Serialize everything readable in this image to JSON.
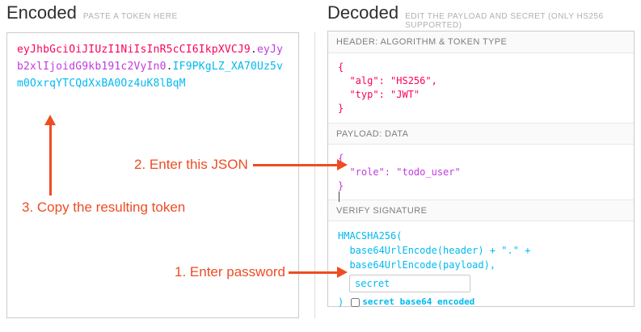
{
  "encoded": {
    "title": "Encoded",
    "subtitle": "PASTE A TOKEN HERE",
    "token": {
      "header": "eyJhbGciOiJIUzI1NiIsInR5cCI6IkpXVCJ9",
      "dot": ".",
      "payload": "eyJyb2xlIjoidG9kb191c2VyIn0",
      "signature": "IF9PKgLZ_XA70Uz5vm0OxrqYTCQdXxBA0Oz4uK8lBqM"
    }
  },
  "decoded": {
    "title": "Decoded",
    "subtitle": "EDIT THE PAYLOAD AND SECRET (ONLY HS256 SUPPORTED)",
    "header_section": {
      "label": "HEADER: ALGORITHM & TOKEN TYPE",
      "code": "{\n  \"alg\": \"HS256\",\n  \"typ\": \"JWT\"\n}"
    },
    "payload_section": {
      "label": "PAYLOAD: DATA",
      "code": "{\n  \"role\": \"todo_user\"\n}"
    },
    "signature_section": {
      "label": "VERIFY SIGNATURE",
      "line1": "HMACSHA256(",
      "line2": "  base64UrlEncode(header) + \".\" +",
      "line3": "  base64UrlEncode(payload),",
      "secret_value": "secret",
      "close_paren": ")",
      "checkbox_label": "secret base64 encoded"
    }
  },
  "annotations": {
    "step1": "1. Enter password",
    "step2": "2. Enter this JSON",
    "step3": "3. Copy the resulting token"
  },
  "colors": {
    "header": "#fb015b",
    "payload": "#c13ae2",
    "signature": "#00b9f1",
    "annotation": "#ee4c23"
  }
}
